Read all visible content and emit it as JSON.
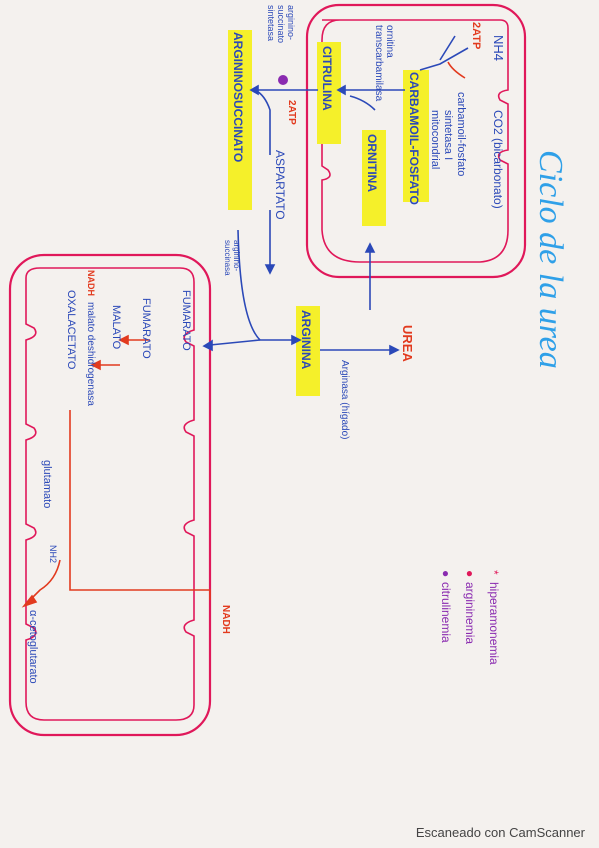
{
  "title": "Ciclo de la urea",
  "labels": {
    "nh4": "NH4",
    "co2": "CO2 (bicarbonato)",
    "atp_top": "2ATP",
    "carbamoil_fosfato": "CARBAMOIL-FOSFATO",
    "carbamoil_sintetasa": [
      "carbamoil-fosfato",
      "sintetasa I",
      "mitocondrial"
    ],
    "ornitina_trans": [
      "ornitina",
      "transcarbamilasa"
    ],
    "citrulina": "CITRULINA",
    "ornitina": "ORNITINA",
    "argininosuccinato_sintetasa": [
      "arginino-",
      "succinato",
      "sintetasa"
    ],
    "argininosuccinato": "ARGININOSUCCINATO",
    "atp_mid": "2ATP",
    "aspartato": "ASPARTATO",
    "argininosuccinasa": [
      "arginino-",
      "succinasa"
    ],
    "fumarato_top": "FUMARATO",
    "arginina": "ARGININA",
    "urea": "UREA",
    "arginasa": "Arginasa (hígado)",
    "fumarato": "FUMARATO",
    "malato": "MALATO",
    "nadh": "NADH",
    "malato_deshidrogenasa": "malato deshidrogenasa",
    "oxalacetato": "OXALACETATO",
    "glutamato": "glutamato",
    "nh2": "NH2",
    "alfa_cetoglutarato": "α-cetoglutarato",
    "nadh_bottom": "NADH"
  },
  "legend": [
    {
      "symbol": "*",
      "text": "hiperamonemia"
    },
    {
      "symbol": "●",
      "text": "argininemia"
    },
    {
      "symbol": "●",
      "text": "citrulinemia"
    }
  ],
  "footer": "Escaneado con CamScanner",
  "colors": {
    "paper": "#f4f1ee",
    "mito": "#e0185a",
    "blue": "#2b49b8",
    "red": "#e23a1e",
    "highlight": "#f5f02a",
    "cyan": "#2fa0e8",
    "purple": "#8a2bb0",
    "orange": "#f0641e"
  }
}
